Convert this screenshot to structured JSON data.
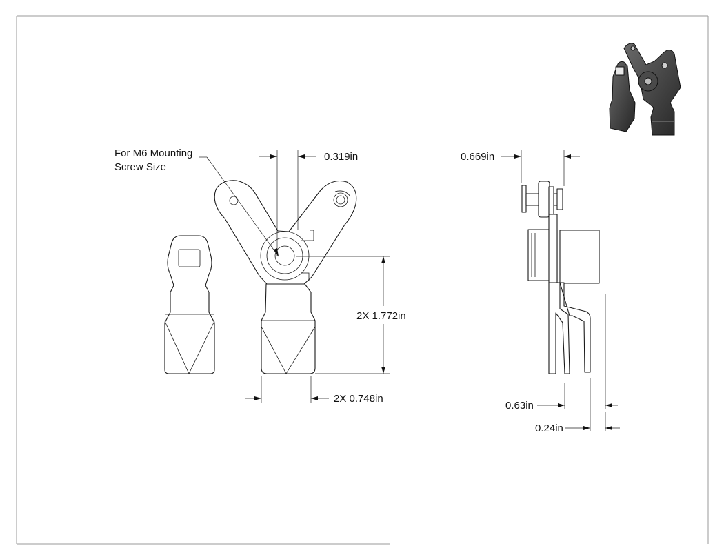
{
  "note": {
    "line1": "For M6 Mounting",
    "line2": "Screw Size"
  },
  "dimensions": {
    "top_width": "0.319in",
    "height": "2X 1.772in",
    "tip_width": "2X 0.748in",
    "side_width": "0.669in",
    "offset_a": "0.63in",
    "offset_b": "0.24in"
  },
  "colors": {
    "line": "#1a1a1a",
    "frame": "#9a9a9a",
    "render_dark": "#3a3a3a"
  }
}
